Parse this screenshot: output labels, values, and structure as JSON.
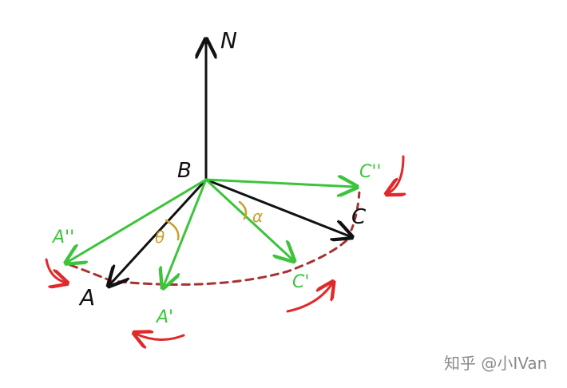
{
  "labels": {
    "N": "N",
    "B": "B",
    "A": "A",
    "C": "C",
    "A_prime": "A'",
    "A_double_prime": "A''",
    "C_prime": "C'",
    "C_double_prime": "C''",
    "theta": "θ",
    "alpha": "α"
  },
  "watermark": "知乎 @小IVan",
  "colors": {
    "black": "#111111",
    "green": "#3cc43c",
    "red": "#e02a2a",
    "dark_red": "#a83232",
    "gold": "#c9a02a",
    "watermark": "#8a8a8a"
  }
}
